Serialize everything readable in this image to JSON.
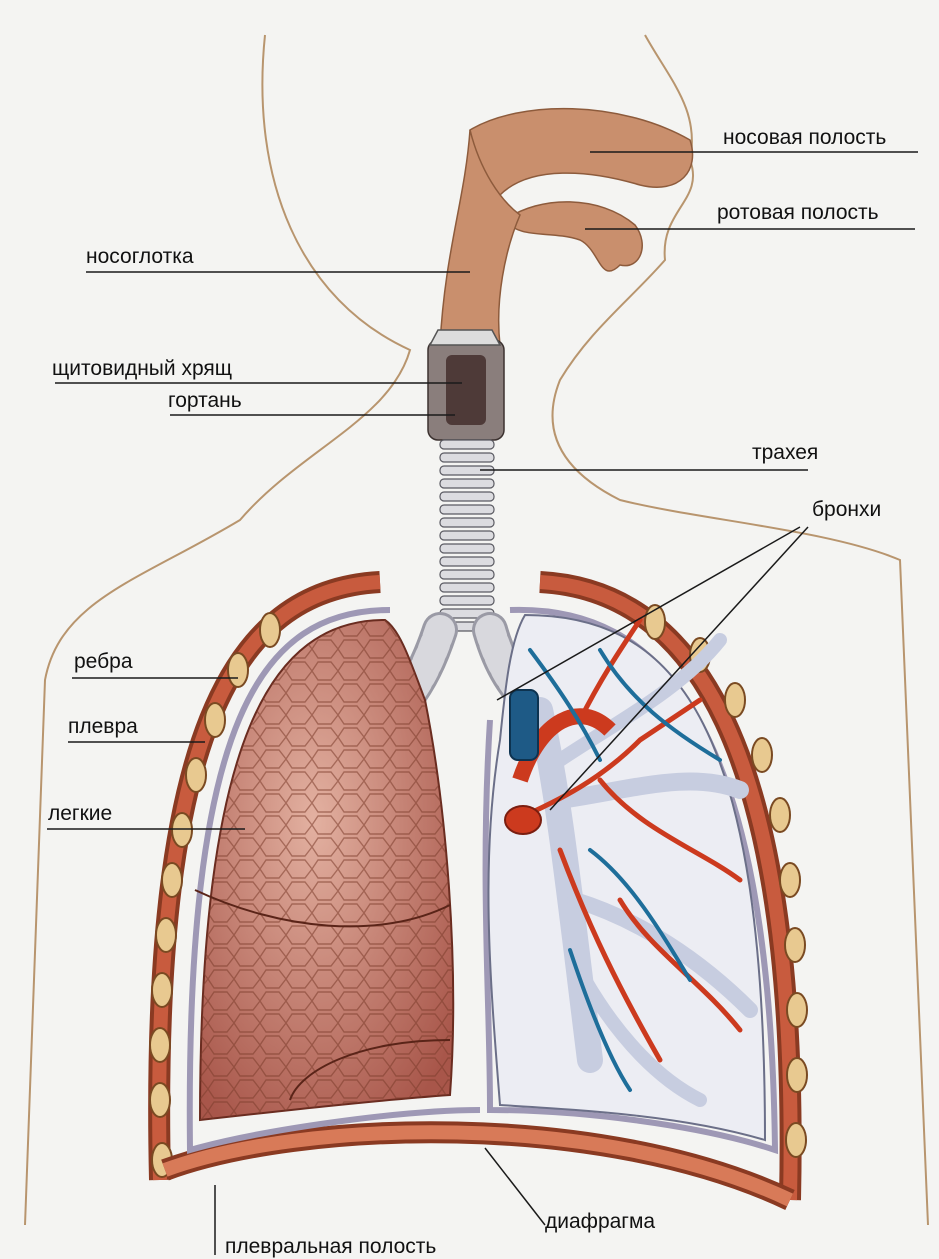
{
  "labels": {
    "nasal_cavity": "носовая полость",
    "oral_cavity": "ротовая полость",
    "nasopharynx": "носоглотка",
    "thyroid_cartilage": "щитовидный хрящ",
    "larynx": "гортань",
    "trachea": "трахея",
    "bronchi": "бронхи",
    "ribs": "ребра",
    "pleura": "плевра",
    "lungs": "легкие",
    "diaphragm": "диафрагма",
    "pleural_cavity": "плевральная полость"
  },
  "colors": {
    "background": "#f4f4f2",
    "airway": "#c98f6d",
    "lung": "#b2685a",
    "rib": "#e8c990",
    "pleura": "#9e98b5",
    "artery": "#cc3a1e",
    "vein": "#1e6e9a",
    "bronchial_tree": "#c7cde0"
  }
}
